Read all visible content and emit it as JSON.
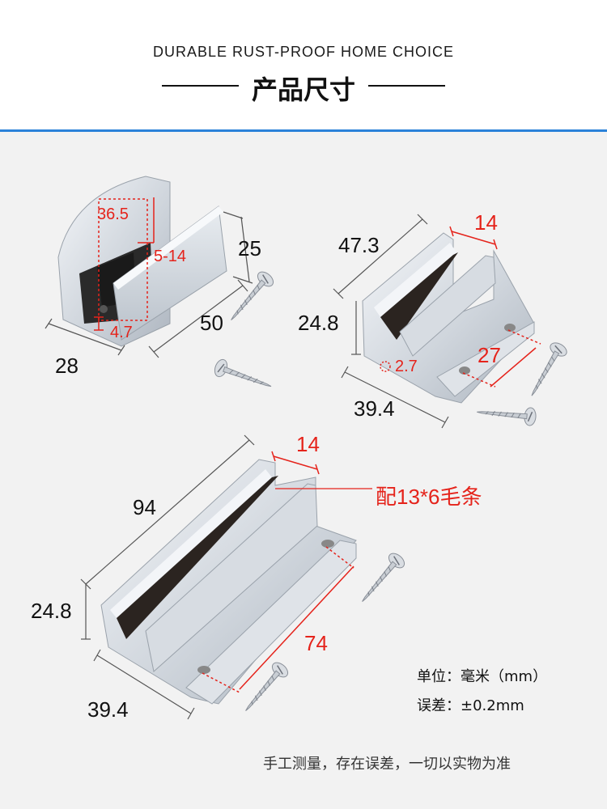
{
  "header": {
    "subtitle": "DURABLE RUST-PROOF HOME CHOICE",
    "title": "产品尺寸"
  },
  "product_small": {
    "dims": [
      "36.5",
      "5-14",
      "25",
      "50",
      "4.7",
      "28"
    ]
  },
  "product_medium": {
    "dims": [
      "47.3",
      "14",
      "24.8",
      "2.7",
      "27",
      "39.4"
    ]
  },
  "product_large": {
    "dims": [
      "14",
      "94",
      "24.8",
      "74",
      "39.4"
    ],
    "callout": "配13*6毛条"
  },
  "notes": {
    "unit": "单位：毫米（mm）",
    "tolerance": "误差：±0.2mm"
  },
  "footer": "手工测量，存在误差，一切以实物为准",
  "colors": {
    "accent": "#2b82d9",
    "dimension_red": "#e5231b"
  }
}
